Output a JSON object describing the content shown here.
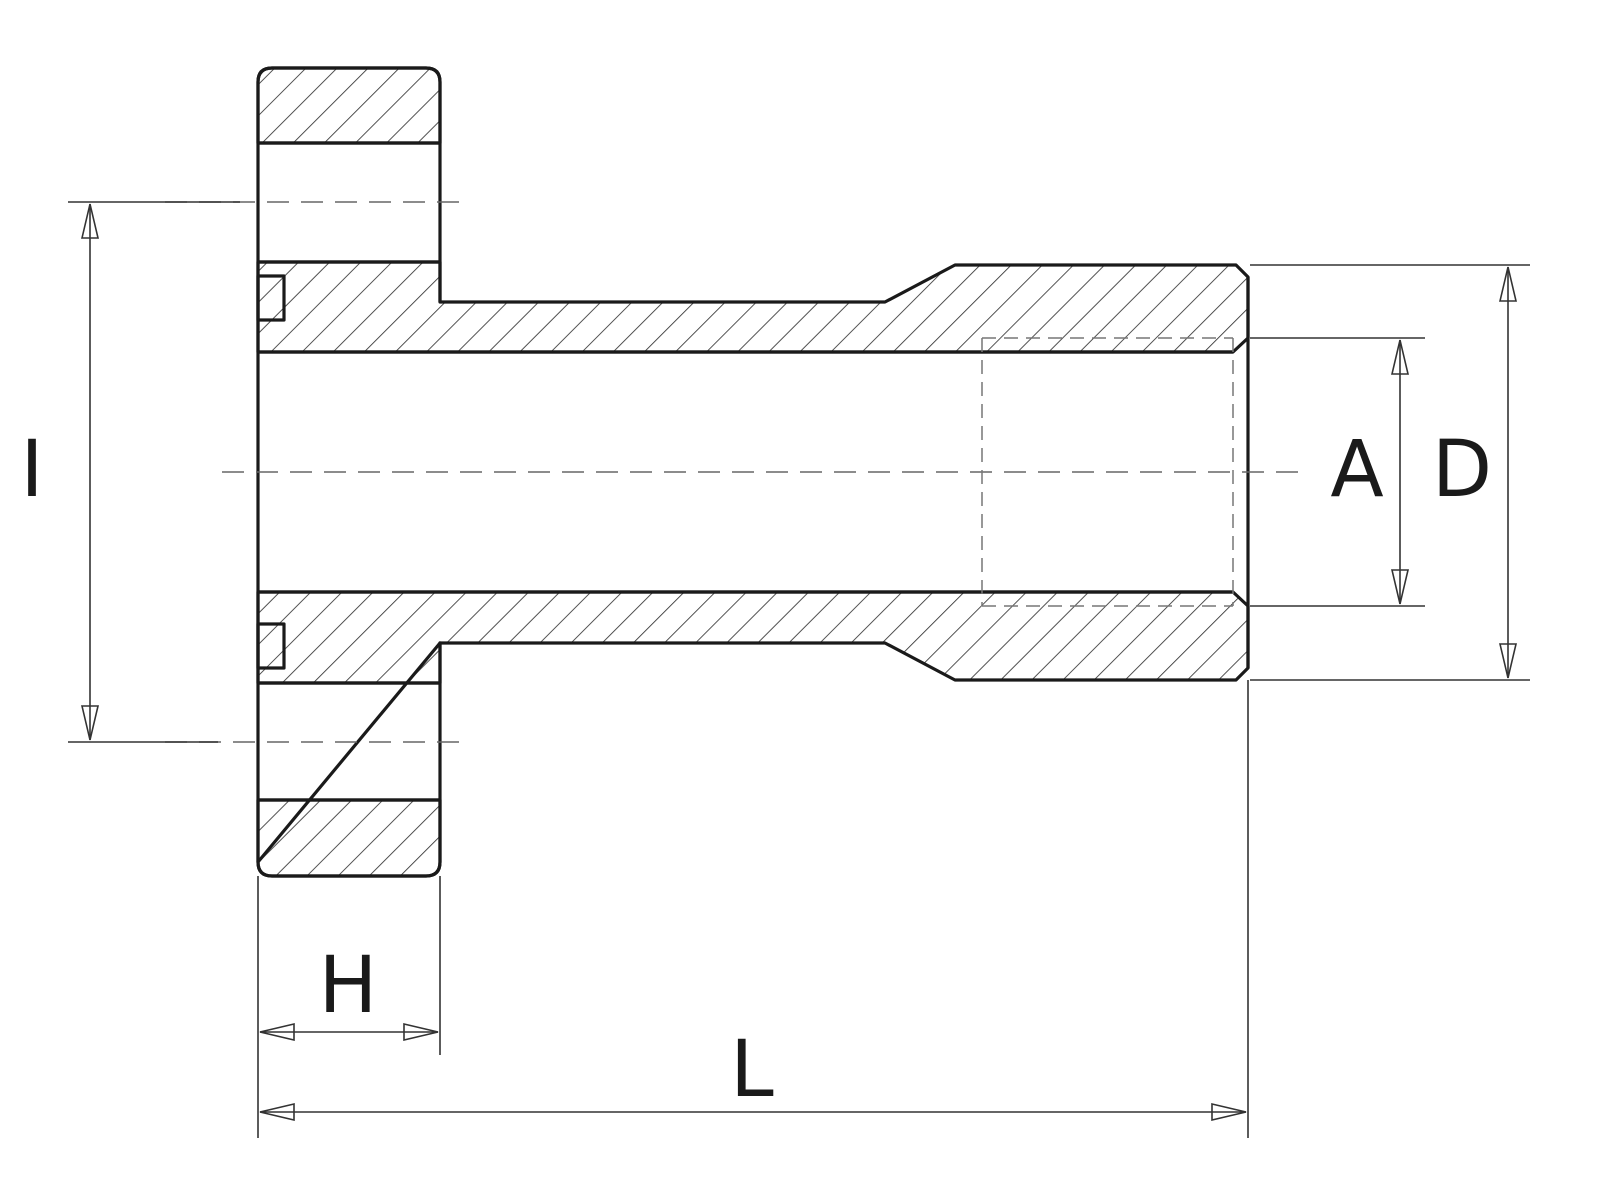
{
  "dimensions": {
    "I": "I",
    "A": "A",
    "D": "D",
    "H": "H",
    "L": "L"
  },
  "colors": {
    "line": "#1a1a1a",
    "hatch": "#333333",
    "background": "#ffffff"
  }
}
